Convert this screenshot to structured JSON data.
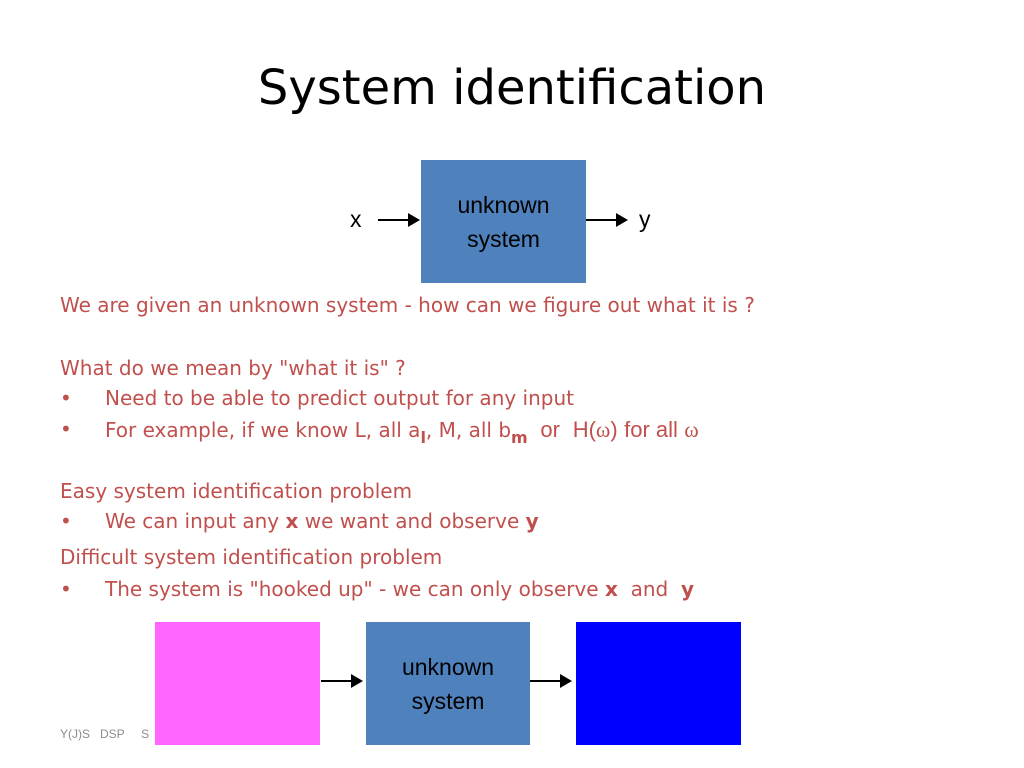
{
  "slide": {
    "title": "System identification",
    "top_diagram": {
      "input": "x",
      "output": "y",
      "box_line1": "unknown",
      "box_line2": "system"
    },
    "para1": "We are given an unknown system - how can we figure out what it is ?",
    "para2": "What do we mean by \"what it is\" ?",
    "bullets_a": [
      {
        "text": "Need to be able to predict output for any input"
      },
      {
        "pre": "For example, if we know L, all a",
        "sub1": "l",
        "mid": ", M, all b",
        "sub2": "m",
        "or": "or",
        "h": "H(",
        "omega": "ω",
        "hclose": ")",
        "forall": "for all",
        "omega2": "ω"
      }
    ],
    "para3": "Easy system identification problem",
    "bullet_easy": {
      "pre": "We can input any ",
      "x": "x",
      "mid": " we want and observe ",
      "y": "y"
    },
    "para4": "Difficult system identification problem",
    "bullet_difficult": {
      "pre": "The system is \"hooked up\" - we can only observe ",
      "x": "x",
      "and": "and",
      "y": "y"
    },
    "bottom_diagram": {
      "box_line1": "unknown",
      "box_line2": "system",
      "left_color": "#ff66ff",
      "right_color": "#0000ff"
    },
    "footer": "Y(J)S   DSP     S",
    "bullet_symbol": "•",
    "colors": {
      "text": "#c0504d",
      "box": "#4f81bd"
    }
  }
}
